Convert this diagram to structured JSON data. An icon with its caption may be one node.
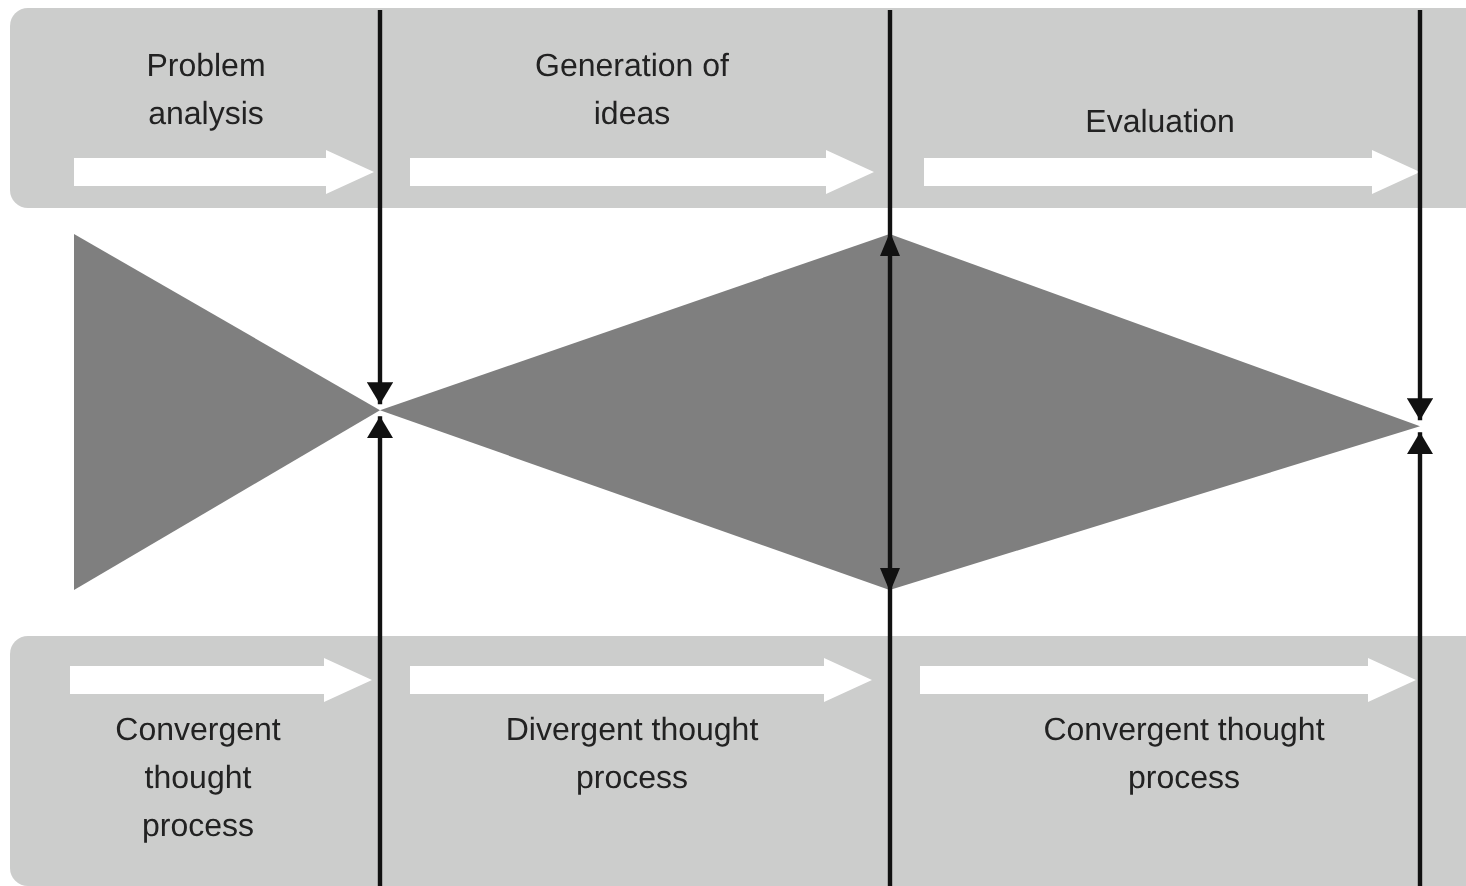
{
  "diagram": {
    "nodes": [
      {
        "text": [
          "Problem analysis",
          "Generation of ideas",
          "Evaluation"
        ]
      },
      {
        "text": [],
        "shape": "triangle"
      },
      {
        "text": [],
        "shape": "diamond"
      },
      {
        "text": [
          "Convergent thought process",
          "Divergent thought process",
          "Convergent thought process"
        ]
      }
    ],
    "edges": [
      {
        "from": 0,
        "to": 1,
        "arrow": "to"
      },
      {
        "from": 3,
        "to": 1,
        "arrow": "to"
      },
      {
        "from": 0,
        "to": 2,
        "arrow": "to"
      },
      {
        "from": 3,
        "to": 2,
        "arrow": "to"
      }
    ]
  }
}
